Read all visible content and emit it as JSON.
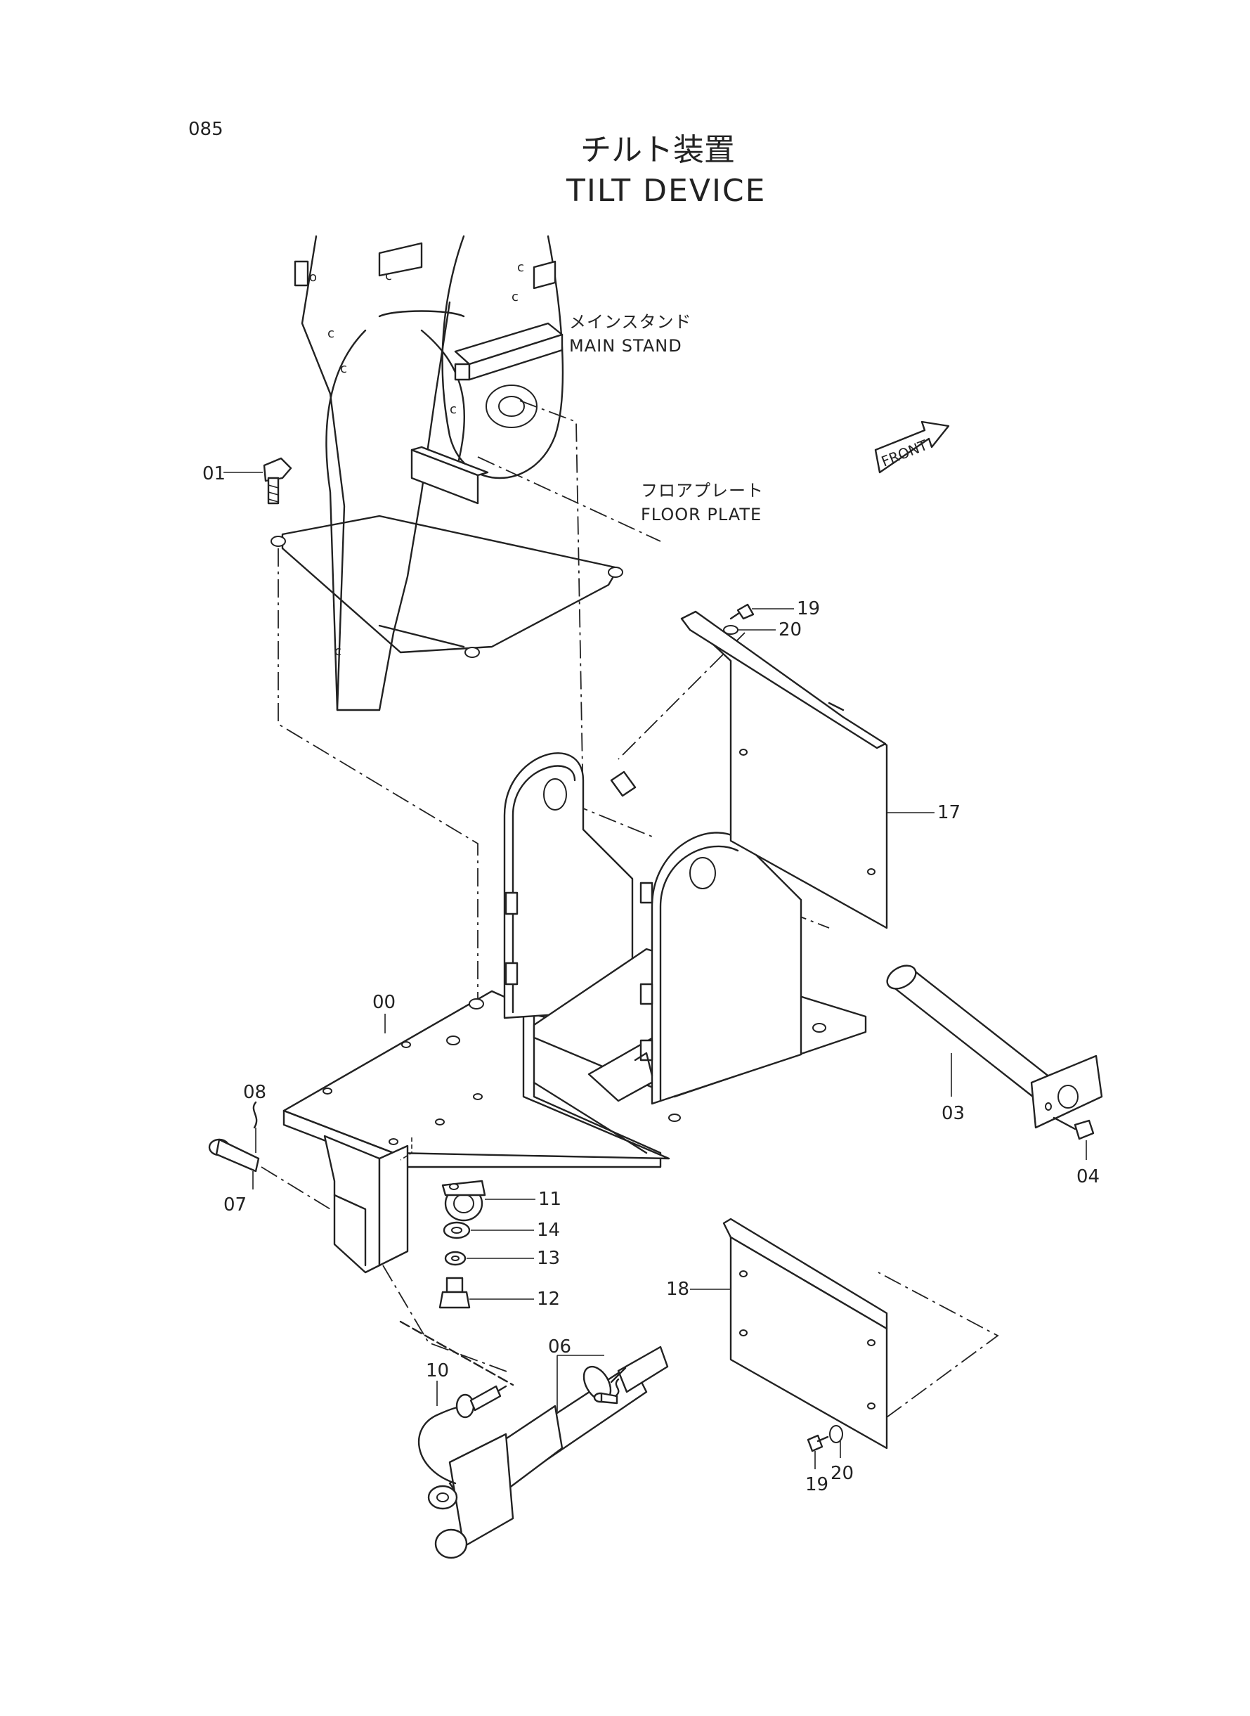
{
  "page_number": "085",
  "title": {
    "ja": "チルト装置",
    "en": "TILT DEVICE"
  },
  "front_indicator": "FRONT",
  "reference_labels": {
    "main_stand": {
      "ja": "メインスタンド",
      "en": "MAIN STAND"
    },
    "floor_plate": {
      "ja": "フロアプレート",
      "en": "FLOOR PLATE"
    }
  },
  "callouts": {
    "p00": "00",
    "p01": "01",
    "p03": "03",
    "p04": "04",
    "p06": "06",
    "p07": "07",
    "p08": "08",
    "p10": "10",
    "p11": "11",
    "p12": "12",
    "p13": "13",
    "p14": "14",
    "p17": "17",
    "p18": "18",
    "p19a": "19",
    "p20a": "20",
    "p19b": "19",
    "p20b": "20"
  }
}
